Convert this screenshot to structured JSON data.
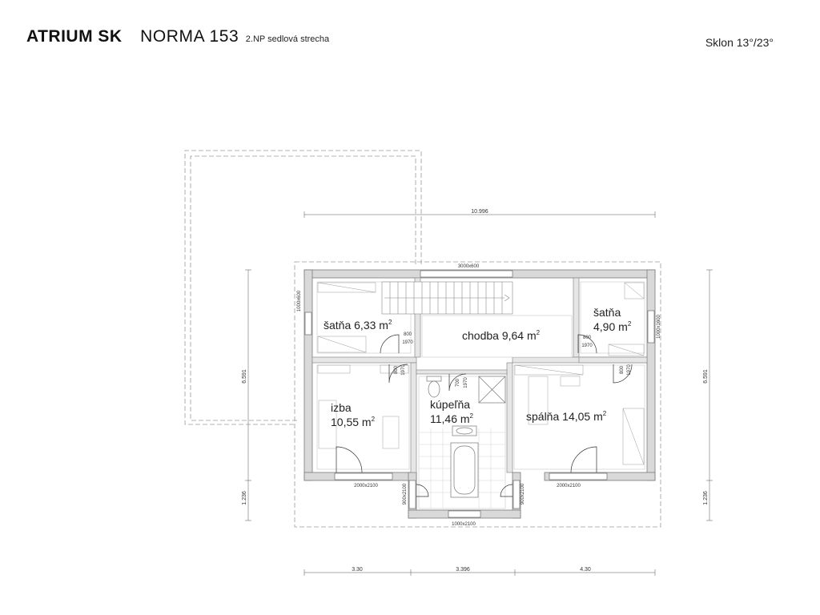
{
  "header": {
    "brand": "ATRIUM SK",
    "model": "NORMA 153",
    "subtitle": "2.NP  sedlová strecha",
    "slope": "Sklon 13°/23°"
  },
  "rooms": {
    "satna_left": {
      "name": "šatňa",
      "area": "6,33 m"
    },
    "chodba": {
      "name": "chodba",
      "area": "9,64 m"
    },
    "satna_right": {
      "name": "šatňa",
      "area": "4,90 m"
    },
    "izba": {
      "name": "izba",
      "area": "10,55 m"
    },
    "kupelna": {
      "name": "kúpeľňa",
      "area": "11,46 m"
    },
    "spalna": {
      "name": "spálňa",
      "area": "14,05 m"
    },
    "area_unit_sup": "2"
  },
  "dimensions": {
    "top_overall": "10.996",
    "left_height": "6.591",
    "right_height": "6.591",
    "left_lower": "1.236",
    "right_lower": "1.236",
    "bottom_1": "3.30",
    "bottom_2": "3.396",
    "bottom_3": "4.30"
  },
  "windows": {
    "top": "3000x600",
    "left": "1000x600",
    "right": "1000x1600",
    "izba": "2000x2100",
    "spalna": "2000x2100",
    "bath_bottom": "1000x2100",
    "bath_left": "900x2100",
    "bath_right": "900x2100"
  },
  "doors": {
    "satna_left": {
      "w": "800",
      "h": "1970"
    },
    "satna_right": {
      "w": "800",
      "h": "1970"
    },
    "izba": {
      "w": "800",
      "h": "1970"
    },
    "kupelna": {
      "w": "700",
      "h": "1970"
    },
    "spalna": {
      "w": "800",
      "h": "1970"
    }
  }
}
